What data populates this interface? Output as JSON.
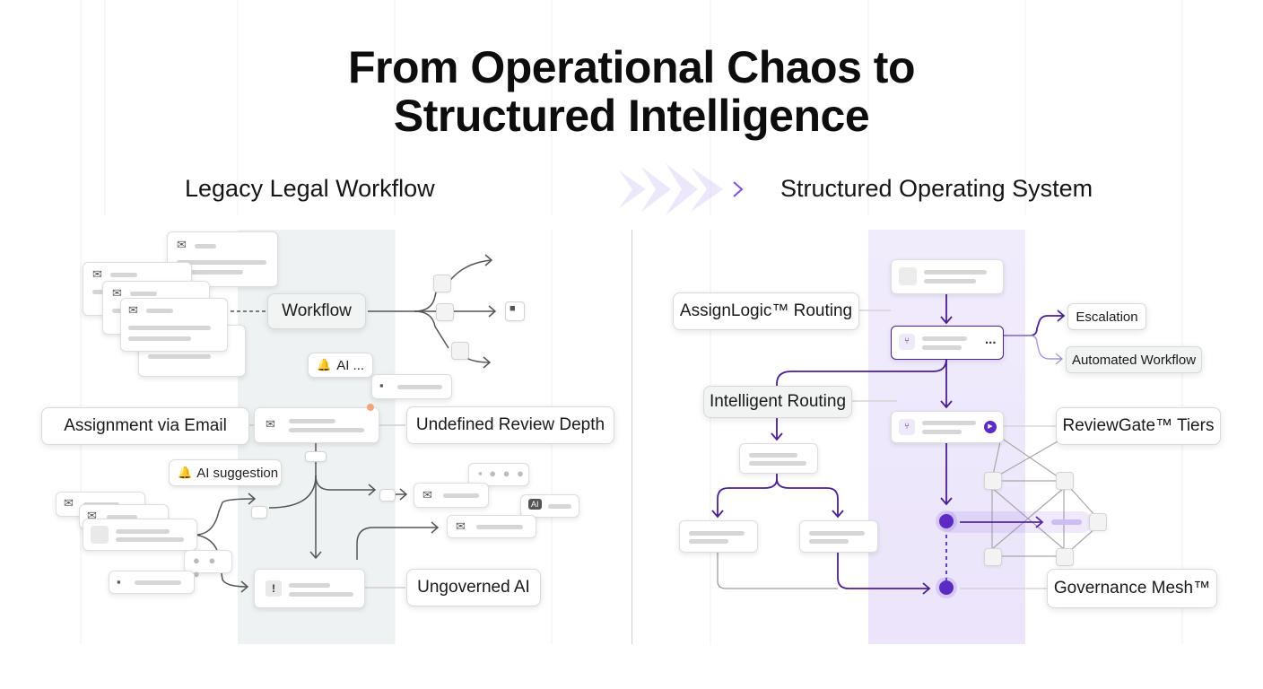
{
  "title": {
    "line1": "From Operational Chaos to",
    "line2": "Structured Intelligence"
  },
  "left": {
    "heading": "Legacy Legal Workflow",
    "labels": {
      "workflow": "Workflow",
      "assignment": "Assignment via Email",
      "review_depth": "Undefined Review Depth",
      "ungoverned": "Ungoverned AI"
    },
    "chips": {
      "ai_short": "AI ...",
      "ai_suggestion": "AI suggestion",
      "ai_tag": "AI",
      "alert": "!"
    }
  },
  "right": {
    "heading": "Structured Operating System",
    "labels": {
      "assignlogic": "AssignLogic™ Routing",
      "escalation": "Escalation",
      "automated": "Automated Workflow",
      "intelligent": "Intelligent Routing",
      "reviewgate": "ReviewGate™ Tiers",
      "governance": "Governance Mesh™"
    },
    "node_menu": "..."
  },
  "colors": {
    "accent": "#5b2bc4",
    "accent_light": "#ede7fb",
    "band_left": "#eef2f2",
    "line": "#555555"
  }
}
